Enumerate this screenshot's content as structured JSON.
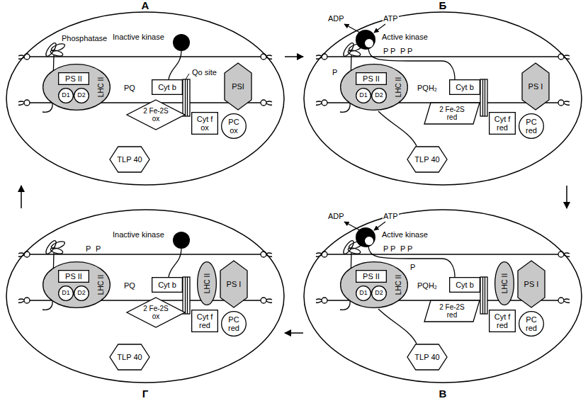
{
  "diagram": {
    "nodes": [
      {
        "text": [
          "А"
        ]
      },
      {
        "text": [
          "LHC II"
        ],
        "in": 0
      },
      {
        "text": [
          "PS II"
        ],
        "in": 1
      },
      {
        "text": [
          "D1"
        ],
        "in": 1
      },
      {
        "text": [
          "D2"
        ],
        "in": 1
      },
      {
        "text": [
          "Cyt b"
        ],
        "in": 0
      },
      {
        "text": [
          "2 Fe-2S ox"
        ],
        "in": 0
      },
      {
        "text": [
          "Cyt f ox"
        ],
        "in": 0
      },
      {
        "text": [
          "PC ox"
        ],
        "in": 0
      },
      {
        "text": [
          "PSI"
        ],
        "in": 0
      },
      {
        "text": [
          "TLP 40"
        ],
        "in": 0
      },
      {
        "text": [
          "Б"
        ]
      },
      {
        "text": [
          "LHC II"
        ],
        "in": 11
      },
      {
        "text": [
          "PS II"
        ],
        "in": 12
      },
      {
        "text": [
          "D1"
        ],
        "in": 12
      },
      {
        "text": [
          "D2"
        ],
        "in": 12
      },
      {
        "text": [
          "Cyt b"
        ],
        "in": 11
      },
      {
        "text": [
          "2 Fe-2S red"
        ],
        "in": 11
      },
      {
        "text": [
          "Cyt f red"
        ],
        "in": 11
      },
      {
        "text": [
          "PC red"
        ],
        "in": 11
      },
      {
        "text": [
          "PS I"
        ],
        "in": 11
      },
      {
        "text": [
          "TLP 40"
        ],
        "in": 11
      },
      {
        "text": [
          "В"
        ]
      },
      {
        "text": [
          "LHC II"
        ],
        "in": 22
      },
      {
        "text": [
          "PS II"
        ],
        "in": 23
      },
      {
        "text": [
          "D1"
        ],
        "in": 23
      },
      {
        "text": [
          "D2"
        ],
        "in": 23
      },
      {
        "text": [
          "Cyt b"
        ],
        "in": 22
      },
      {
        "text": [
          "2 Fe-2S red"
        ],
        "in": 22
      },
      {
        "text": [
          "Cyt f red"
        ],
        "in": 22
      },
      {
        "text": [
          "PC red"
        ],
        "in": 22
      },
      {
        "text": [
          "LHC II"
        ],
        "in": 22
      },
      {
        "text": [
          "PS I"
        ],
        "in": 22
      },
      {
        "text": [
          "TLP 40"
        ],
        "in": 22
      },
      {
        "text": [
          "Г"
        ]
      },
      {
        "text": [
          "LHC II"
        ],
        "in": 34
      },
      {
        "text": [
          "PS II"
        ],
        "in": 35
      },
      {
        "text": [
          "D1"
        ],
        "in": 35
      },
      {
        "text": [
          "D2"
        ],
        "in": 35
      },
      {
        "text": [
          "Cyt b"
        ],
        "in": 34
      },
      {
        "text": [
          "2 Fe-2S ox"
        ],
        "in": 34
      },
      {
        "text": [
          "Cyt f red"
        ],
        "in": 34
      },
      {
        "text": [
          "PC red"
        ],
        "in": 34
      },
      {
        "text": [
          "LHC II"
        ],
        "in": 34
      },
      {
        "text": [
          "PS I"
        ],
        "in": 34
      },
      {
        "text": [
          "TLP 40"
        ],
        "in": 34
      }
    ],
    "edges": [
      {
        "from": 0,
        "to": 11,
        "arrow": "to"
      },
      {
        "from": 11,
        "to": 22,
        "arrow": "to"
      },
      {
        "from": 22,
        "to": 34,
        "arrow": "to"
      },
      {
        "from": 34,
        "to": 0,
        "arrow": "to"
      }
    ],
    "labels": [
      "Phosphatase",
      "Inactive kinase",
      "PQ",
      "Qo site",
      "ADP",
      "ATP",
      "Active kinase",
      "P",
      "P",
      "P",
      "P",
      "P",
      "PQH₂",
      "ADP",
      "ATP",
      "Active kinase",
      "P",
      "P",
      "P",
      "P",
      "P",
      "PQH₂",
      "Inactive kinase",
      "P",
      "P",
      "PQ"
    ]
  }
}
